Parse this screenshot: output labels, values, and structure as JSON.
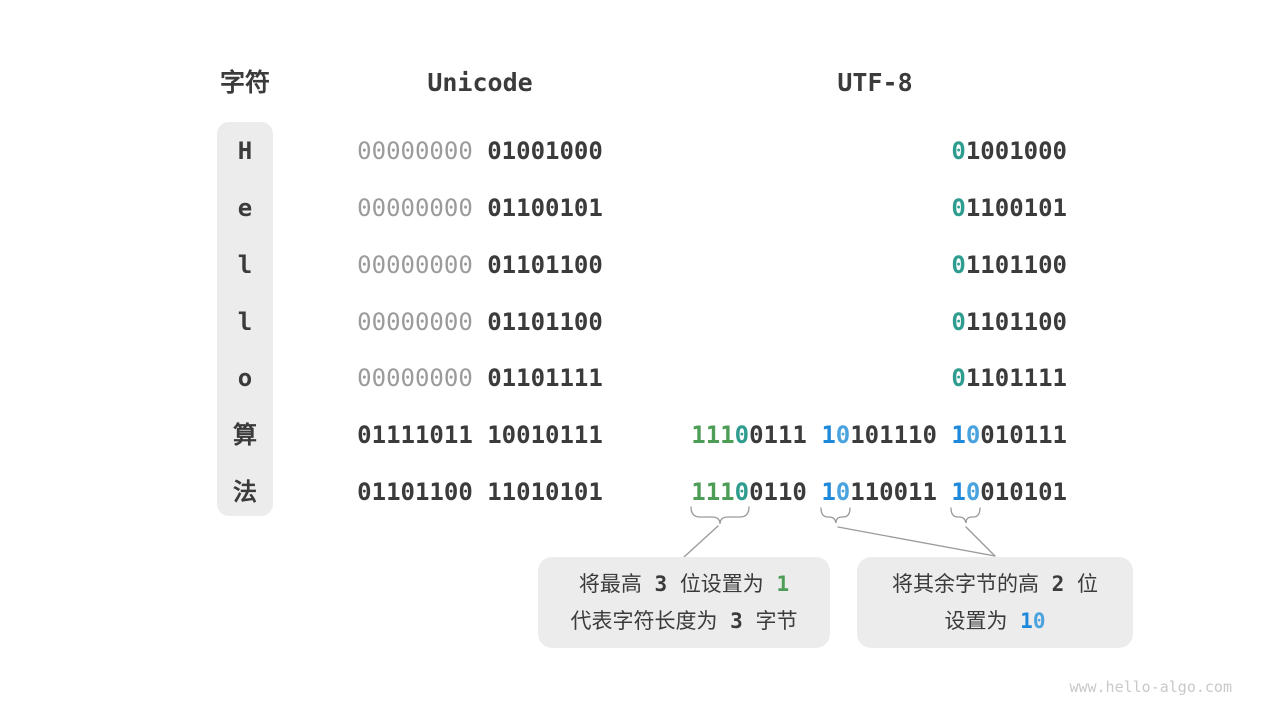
{
  "header": {
    "char": "字符",
    "unicode": "Unicode",
    "utf8": "UTF-8"
  },
  "table": {
    "rows": [
      {
        "char": "H",
        "unicode": [
          {
            "t": "00000000",
            "c": "gray"
          },
          {
            "t": " ",
            "c": "d"
          },
          {
            "t": "01001000",
            "c": "d"
          }
        ],
        "utf8": [
          {
            "t": "0",
            "c": "tl"
          },
          {
            "t": "1001000",
            "c": "d"
          }
        ]
      },
      {
        "char": "e",
        "unicode": [
          {
            "t": "00000000",
            "c": "gray"
          },
          {
            "t": " ",
            "c": "d"
          },
          {
            "t": "01100101",
            "c": "d"
          }
        ],
        "utf8": [
          {
            "t": "0",
            "c": "tl"
          },
          {
            "t": "1100101",
            "c": "d"
          }
        ]
      },
      {
        "char": "l",
        "unicode": [
          {
            "t": "00000000",
            "c": "gray"
          },
          {
            "t": " ",
            "c": "d"
          },
          {
            "t": "01101100",
            "c": "d"
          }
        ],
        "utf8": [
          {
            "t": "0",
            "c": "tl"
          },
          {
            "t": "1101100",
            "c": "d"
          }
        ]
      },
      {
        "char": "l",
        "unicode": [
          {
            "t": "00000000",
            "c": "gray"
          },
          {
            "t": " ",
            "c": "d"
          },
          {
            "t": "01101100",
            "c": "d"
          }
        ],
        "utf8": [
          {
            "t": "0",
            "c": "tl"
          },
          {
            "t": "1101100",
            "c": "d"
          }
        ]
      },
      {
        "char": "o",
        "unicode": [
          {
            "t": "00000000",
            "c": "gray"
          },
          {
            "t": " ",
            "c": "d"
          },
          {
            "t": "01101111",
            "c": "d"
          }
        ],
        "utf8": [
          {
            "t": "0",
            "c": "tl"
          },
          {
            "t": "1101111",
            "c": "d"
          }
        ]
      },
      {
        "char": "算",
        "unicode": [
          {
            "t": "01111011 10010111",
            "c": "d"
          }
        ],
        "utf8": [
          {
            "t": "111",
            "c": "g"
          },
          {
            "t": "0",
            "c": "tl"
          },
          {
            "t": "0111 ",
            "c": "d"
          },
          {
            "t": "1",
            "c": "b1"
          },
          {
            "t": "0",
            "c": "b2"
          },
          {
            "t": "101110 ",
            "c": "d"
          },
          {
            "t": "1",
            "c": "b1"
          },
          {
            "t": "0",
            "c": "b2"
          },
          {
            "t": "010111",
            "c": "d"
          }
        ]
      },
      {
        "char": "法",
        "unicode": [
          {
            "t": "01101100 11010101",
            "c": "d"
          }
        ],
        "utf8": [
          {
            "t": "111",
            "c": "g"
          },
          {
            "t": "0",
            "c": "tl"
          },
          {
            "t": "0110 ",
            "c": "d"
          },
          {
            "t": "1",
            "c": "b1"
          },
          {
            "t": "0",
            "c": "b2"
          },
          {
            "t": "110011 ",
            "c": "d"
          },
          {
            "t": "1",
            "c": "b1"
          },
          {
            "t": "0",
            "c": "b2"
          },
          {
            "t": "010101",
            "c": "d"
          }
        ]
      }
    ]
  },
  "callouts": {
    "left": {
      "lines": [
        [
          {
            "t": "将最高",
            "c": "t"
          },
          {
            "t": " 3 ",
            "c": "n"
          },
          {
            "t": "位设置为",
            "c": "t"
          },
          {
            "t": " ",
            "c": "n"
          },
          {
            "t": "1",
            "c": "g"
          }
        ],
        [
          {
            "t": "代表字符长度为",
            "c": "t"
          },
          {
            "t": " 3 ",
            "c": "n"
          },
          {
            "t": "字节",
            "c": "t"
          }
        ]
      ]
    },
    "right": {
      "lines": [
        [
          {
            "t": "将其余字节的高",
            "c": "t"
          },
          {
            "t": " 2 ",
            "c": "n"
          },
          {
            "t": "位",
            "c": "t"
          }
        ],
        [
          {
            "t": "设置为",
            "c": "t"
          },
          {
            "t": " ",
            "c": "n"
          },
          {
            "t": "1",
            "c": "b1"
          },
          {
            "t": "0",
            "c": "b2"
          }
        ]
      ]
    }
  },
  "watermark": "www.hello-algo.com",
  "colors": {
    "text_dark": "#3B3B3B",
    "text_gray": "#9B9B9B",
    "green": "#4E9D57",
    "teal": "#2E9D8F",
    "blue": "#1E88DB",
    "blue_light": "#4AA3DF",
    "panel_bg": "#ECECEC"
  }
}
